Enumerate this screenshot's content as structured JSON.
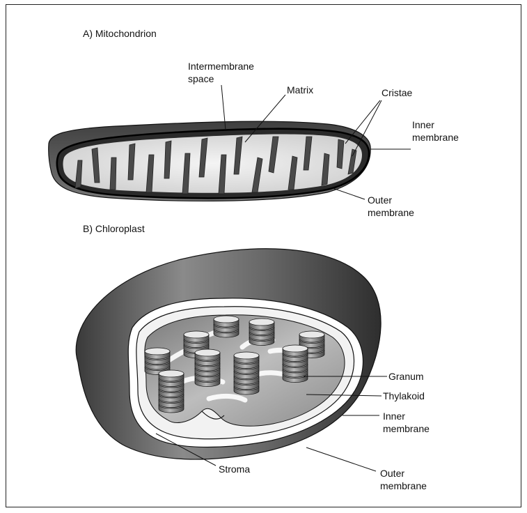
{
  "panels": {
    "a": {
      "title": "A)  Mitochondrion",
      "labels": {
        "intermembrane": "Intermembrane\nspace",
        "matrix": "Matrix",
        "cristae": "Cristae",
        "inner": "Inner\nmembrane",
        "outer": "Outer\nmembrane"
      }
    },
    "b": {
      "title": "B)  Chloroplast",
      "labels": {
        "granum": "Granum",
        "thylakoid": "Thylakoid",
        "inner": "Inner\nmembrane",
        "outer": "Outer\nmembrane",
        "stroma": "Stroma"
      }
    }
  },
  "colors": {
    "ink": "#111111",
    "dark_shell": "#555555",
    "light_fill": "#e6e6e6",
    "stack_gray": "#7a7a7a"
  }
}
